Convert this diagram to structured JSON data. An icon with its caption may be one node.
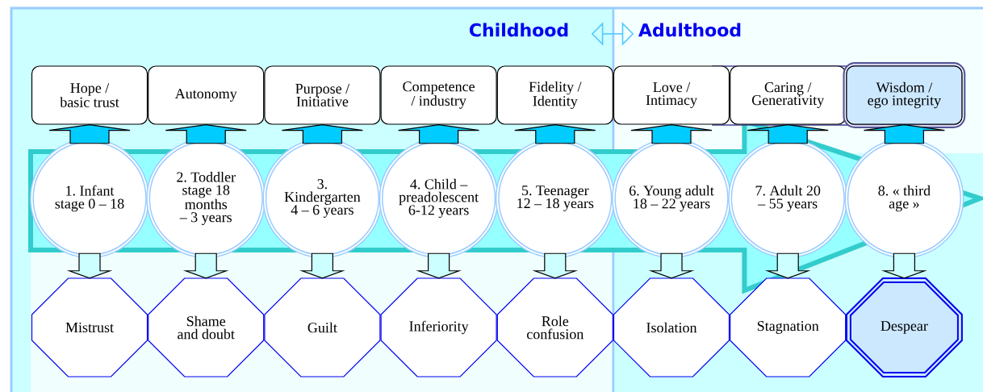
{
  "diagram": {
    "nodes": [
      {
        "text": [
          "Childhood"
        ]
      },
      {
        "text": [
          "Adulthood"
        ]
      },
      {
        "text": [
          "Hope / basic trust"
        ]
      },
      {
        "text": [
          "Autonomy"
        ]
      },
      {
        "text": [
          "Purpose / Initiative"
        ]
      },
      {
        "text": [
          "Competence / industry"
        ]
      },
      {
        "text": [
          "Fidelity / Identity"
        ]
      },
      {
        "text": [
          "Love / Intimacy"
        ]
      },
      {
        "text": [
          "Caring / Generativity"
        ]
      },
      {
        "text": [
          "Wisdom / ego integrity"
        ]
      },
      {
        "text": [
          "1. Infant stage 0 – 18"
        ]
      },
      {
        "text": [
          "2. Toddler stage 18 months – 3 years"
        ]
      },
      {
        "text": [
          "3. Kindergarten 4 – 6 years"
        ]
      },
      {
        "text": [
          "4. Child – preadolescent 6-12 years"
        ]
      },
      {
        "text": [
          "5. Teenager 12 – 18 years"
        ]
      },
      {
        "text": [
          "6. Young adult 18 – 22 years"
        ]
      },
      {
        "text": [
          "7. Adult 20 – 55 years"
        ]
      },
      {
        "text": [
          "8. « third age »"
        ]
      },
      {
        "text": [
          "Mistrust"
        ]
      },
      {
        "text": [
          "Shame and doubt"
        ]
      },
      {
        "text": [
          "Guilt"
        ]
      },
      {
        "text": [
          "Inferiority"
        ]
      },
      {
        "text": [
          "Role confusion"
        ]
      },
      {
        "text": [
          "Isolation"
        ]
      },
      {
        "text": [
          "Stagnation"
        ]
      },
      {
        "text": [
          "Despear"
        ]
      }
    ],
    "edges": [
      {
        "from": 0,
        "to": 1,
        "arrow": "both"
      },
      {
        "from": 10,
        "to": 17,
        "arrow": "to",
        "style": "thick",
        "color": "#33cccc"
      },
      {
        "from": 10,
        "to": 2,
        "arrow": "to"
      },
      {
        "from": 11,
        "to": 3,
        "arrow": "to"
      },
      {
        "from": 12,
        "to": 4,
        "arrow": "to"
      },
      {
        "from": 13,
        "to": 5,
        "arrow": "to"
      },
      {
        "from": 14,
        "to": 6,
        "arrow": "to"
      },
      {
        "from": 15,
        "to": 7,
        "arrow": "to"
      },
      {
        "from": 16,
        "to": 8,
        "arrow": "to"
      },
      {
        "from": 17,
        "to": 9,
        "arrow": "to"
      },
      {
        "from": 10,
        "to": 18,
        "arrow": "to"
      },
      {
        "from": 11,
        "to": 19,
        "arrow": "to"
      },
      {
        "from": 12,
        "to": 20,
        "arrow": "to"
      },
      {
        "from": 13,
        "to": 21,
        "arrow": "to"
      },
      {
        "from": 14,
        "to": 22,
        "arrow": "to"
      },
      {
        "from": 15,
        "to": 23,
        "arrow": "to"
      },
      {
        "from": 16,
        "to": 24,
        "arrow": "to"
      },
      {
        "from": 17,
        "to": 25,
        "arrow": "to"
      }
    ]
  }
}
